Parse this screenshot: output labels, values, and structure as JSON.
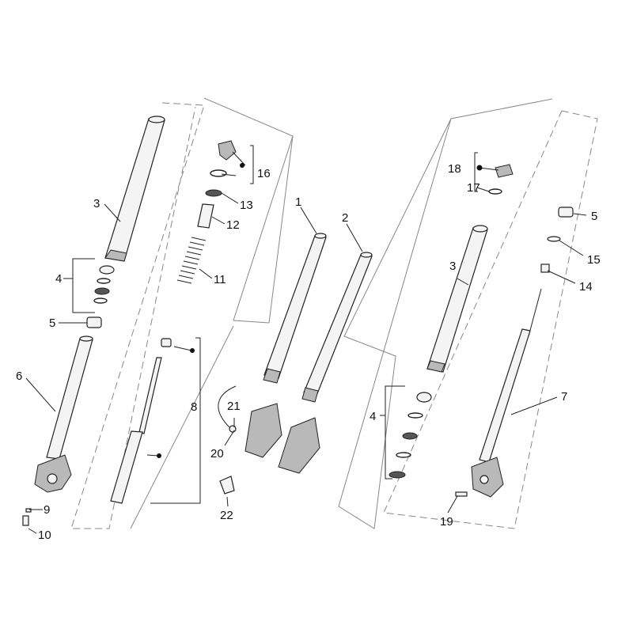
{
  "labels": {
    "p1": "1",
    "p2": "2",
    "p3a": "3",
    "p3b": "3",
    "p4a": "4",
    "p4b": "4",
    "p5a": "5",
    "p5b": "5",
    "p6": "6",
    "p7": "7",
    "p8": "8",
    "p9": "9",
    "p10": "10",
    "p11": "11",
    "p12": "12",
    "p13": "13",
    "p14": "14",
    "p15": "15",
    "p16": "16",
    "p17": "17",
    "p18": "18",
    "p19": "19",
    "p20": "20",
    "p21": "21",
    "p22": "22"
  }
}
